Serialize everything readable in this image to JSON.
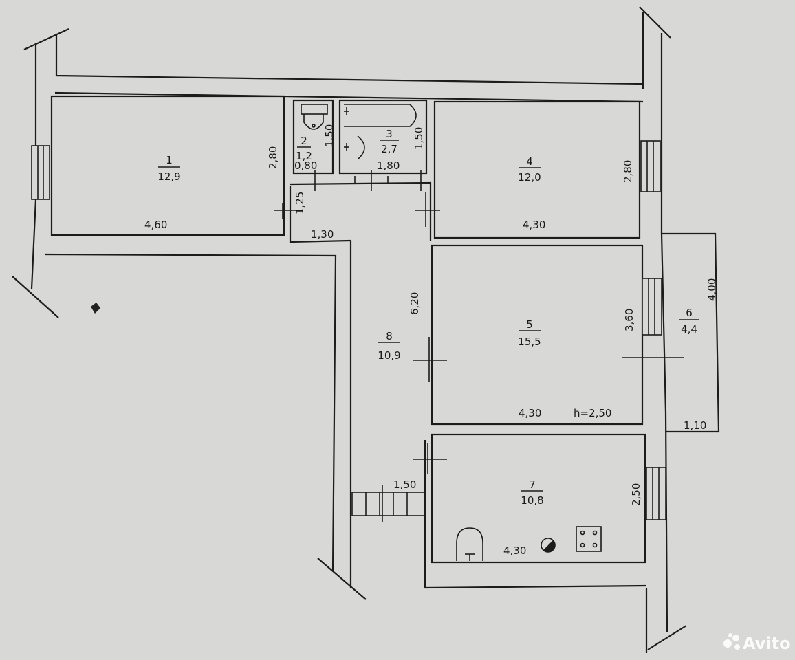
{
  "rooms": [
    {
      "id": "1",
      "area": "12,9"
    },
    {
      "id": "2",
      "area": "1,2"
    },
    {
      "id": "3",
      "area": "2,7"
    },
    {
      "id": "4",
      "area": "12,0"
    },
    {
      "id": "5",
      "area": "15,5"
    },
    {
      "id": "6",
      "area": "4,4"
    },
    {
      "id": "7",
      "area": "10,8"
    },
    {
      "id": "8",
      "area": "10,9"
    }
  ],
  "dimensions": {
    "room1_width": "4,60",
    "room1_depth": "2,80",
    "room2_width": "0,80",
    "room2_depth": "1,50",
    "room3_width": "1,80",
    "room3_depth": "1,50",
    "room4_width": "4,30",
    "room4_depth": "2,80",
    "room5_width": "4,30",
    "room5_depth": "3,60",
    "room6_width": "1,10",
    "room6_depth": "4,00",
    "room7_width": "4,30",
    "room7_depth": "2,50",
    "room8_length": "6,20",
    "hall_width": "1,30",
    "hall_small": "1,25",
    "stair_width": "1,50"
  },
  "ceiling_height": "h=2,50",
  "watermark": "Avito",
  "colors": {
    "paper": "#d8d8d6",
    "ink": "#1c1c1c"
  }
}
